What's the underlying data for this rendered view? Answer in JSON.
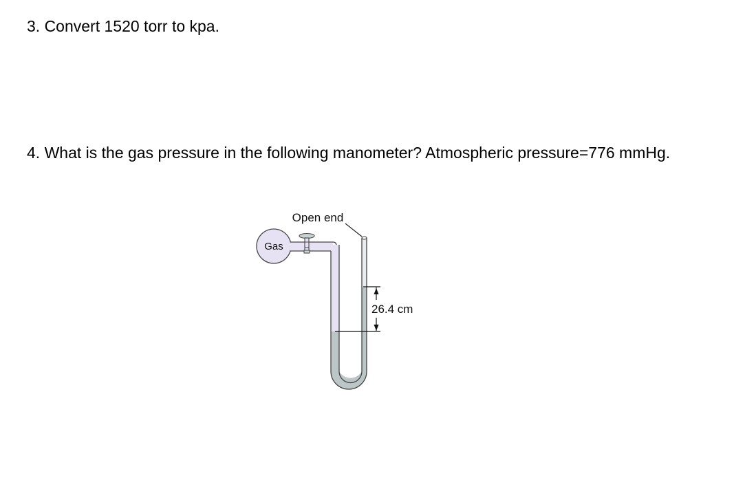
{
  "questions": [
    {
      "text": "3. Convert 1520 torr to kpa."
    },
    {
      "text": "4. What is the gas pressure in the following manometer? Atmospheric pressure=776 mmHg."
    }
  ],
  "diagram": {
    "bulb_label": "Gas",
    "open_end_label": "Open end",
    "height_label": "26.4 cm",
    "colors": {
      "gas": "#e7e1f4",
      "mercury": "#bcc6c7",
      "tube_outline": "#444444"
    }
  }
}
